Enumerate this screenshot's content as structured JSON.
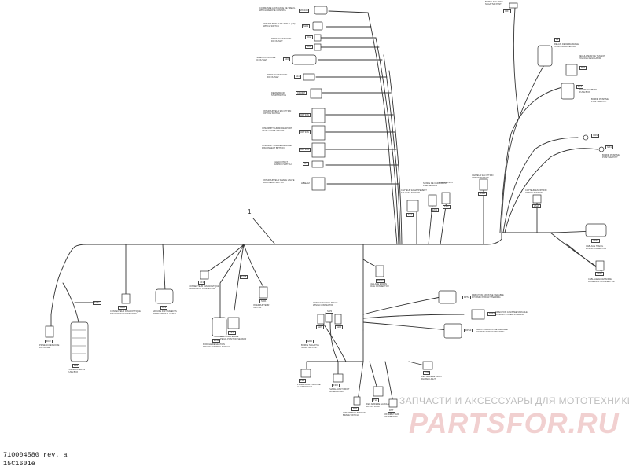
{
  "diagram": {
    "callout_number": "1",
    "codes": {
      "winch_ctrl": "WINCH",
      "winch_sw": "SW9",
      "dc1": "DC2",
      "dc2": "DC1",
      "outlet_main": "A10",
      "outlet_small": "A11",
      "comp_sw": "CPUMP",
      "opt1": "OPTION",
      "opt2": "OPTION",
      "opt3": "OPTION",
      "esc": "IT1",
      "hibeam": "HIBEAM",
      "neg_top": "GR1",
      "relay_start": "K2",
      "relay_v": "RV1",
      "fuse1": "FT1",
      "grn_pos": "GRN",
      "grn2": "GR1",
      "diag": "ENG",
      "fuel": "FS1",
      "exhaust": "EXH",
      "opt_sensor1": "HS20",
      "opt_sensor2": "HS20",
      "winch_conn": "WM2",
      "winch_conn2": "WM3",
      "dps1": "DPS1",
      "dps2": "DPS2",
      "dps3": "DPS3",
      "dash_conn": "MDSH",
      "sw_l": "SW4",
      "sw_m": "SW3",
      "sw_r": "SW5",
      "neg_mid": "GR3",
      "frt_lh": "FRL",
      "frt_rh": "FRR",
      "tail": "TLR",
      "tail_l": "TLL",
      "rear_brk": "RB1",
      "dist": "DST",
      "fuse_box": "FB1",
      "outlet_dc": "DC3",
      "diag_conn": "DIAG",
      "ecm": "ECM",
      "dash_cl": "CL1",
      "pedal": "PPS",
      "fuse_side": "CF1",
      "side_a": "SWA",
      "side_b": "SWB",
      "side_c": "SWC"
    },
    "labels": {
      "winch_ctrl": "COMMANDE A DISTANCE DE TREUIL\nWINCH REMOTE CONTROL",
      "winch_sw": "INTERRUPTEUR DE TREUIL (EN)\nWINCH SWITCH",
      "dc1": "PRISE ACCESSOIRE\nDC OUTLET",
      "outlet_main": "PRISE ACCESSOIRE\nDC OUTLET",
      "outlet_small": "PRISE ACCESSOIRE\nDC OUTLET",
      "comp_sw": "DEMARREUR\nSTART SWITCH",
      "opt1": "INTERRUPTEUR EN OPTION\nOPTION SWITCH",
      "opt2": "INTERRUPTEUR MODE SPORT\nSPORT MODE SWITCH",
      "opt3": "INTERRUPTEUR DEMARRAGE\nDISCONNECT BUTTON",
      "esc": "CLE CONTACT\nIGNITION SWITCH",
      "hibeam": "INTERRUPTEUR PHARE HAUTE\nHIGH BEAM SWITCH",
      "neg_top": "BORNE NEGATIVE\nNEGATIVE POST",
      "relay_start": "RELAIS DE DEMARRAGE\nSTARTING SOLENOID",
      "relay_v": "REGULATEUR DE TENSION\nVOLTAGE REGULATOR",
      "fuse1": "PORTE FUSIBLES\nFUSE BOX",
      "grn_pos": "BORNE POSITIVE\nPOSITIVE POST",
      "grn2": "BORNE POSITIVE\nPOSITIVE POST",
      "fuel": "SONDE DE CARBURANT\nFUEL SENSOR",
      "exhaust": "CAPTEUR ECHAPPEMENT\nEXHAUST SENSOR",
      "diag": "DIAGNOSTIC",
      "opt_sensor1": "CAPTEUR EN OPTION\nOPTION SENSOR",
      "opt_sensor2": "CAPTEUR EN OPTION\nOPTION SENSOR",
      "winch_conn": "CABLAGE TREUIL\nWINCH CONNECTOR",
      "winch_conn2": "CABLAGE ACCESSOIRE\nACCESSORY CONNECTOR",
      "dps1": "DIRECTION ASSISTEE VARIABLE\nDYNAMIC POWER STEERING",
      "dps2": "DIRECTION ASSISTEE VARIABLE\nDYNAMIC POWER STEERING",
      "dps3": "DIRECTION ASSISTEE VARIABLE\nDYNAMIC POWER STEERING",
      "dash_conn": "CABLAGE ECRAN\nDASH CONNECTOR",
      "switches": "CONTACTEUR DE TREUIL\nWINCH CONNECTOR",
      "neg_mid": "BORNE NEGATIVE\nNEGATIVE POST",
      "frt_lh": "PHARE AVANT GAUCHE\nLH HEADLIGHT",
      "frt_rh": "PHARE AVANT DROIT\nRH HEADLIGHT",
      "tail": "FEU ARRIERE DROIT\nRH TAIL LIGHT",
      "tail_l": "FEU ARRIERE GAUCHE\nLH TAIL LIGHT",
      "rear_brk": "INTERRUPTEUR FREIN\nBRAKE SWITCH",
      "dist": "DISTRIBUTEUR\nDISTRIBUTOR",
      "fuse_box": "PORTE FUSIBLES\nFUSE BOX",
      "outlet_dc": "PRISE ACCESSOIRE\nDC OUTLET",
      "diag_conn": "CONNECTEUR DIAGNOSTIQUE\nDIAGNOSTIC CONNECTOR",
      "ecm": "MODULE DE GESTION\nENGINE CONTROL MODULE",
      "dash_cl": "GROUPE INSTRUMENTS\nINSTRUMENT CLUSTER",
      "pedal": "CAPTEUR PEDALE\nPEDAL POSITION SENSOR",
      "fuse_side": "CONNECTEUR DIAGNOSTIQUE\nDIAGNOSTIC CONNECTOR",
      "side": "INTERRUPTEUR\nSWITCH"
    }
  },
  "footer": {
    "part_number": "710004580 rev. a",
    "figure_id": "15C1601e"
  },
  "watermark": {
    "tagline": "ЗАПЧАСТИ И АКСЕССУАРЫ ДЛЯ МОТОТЕХНИКИ",
    "brand": "PARTSFOR.RU"
  }
}
